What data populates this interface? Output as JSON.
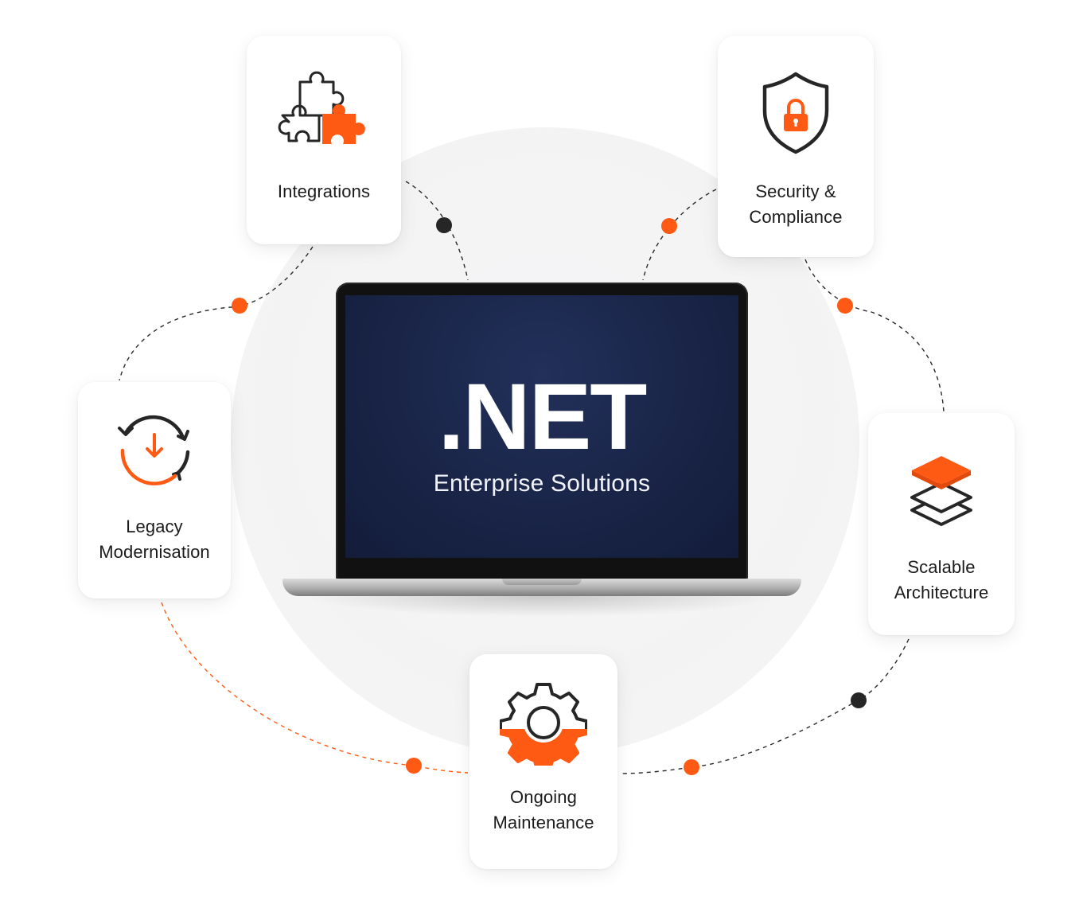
{
  "center": {
    "logo": ".NET",
    "subtitle": "Enterprise Solutions"
  },
  "cards": {
    "integrations": {
      "label": "Integrations",
      "icon": "puzzle-icon"
    },
    "security": {
      "label": "Security &\nCompliance",
      "icon": "shield-lock-icon"
    },
    "legacy": {
      "label": "Legacy\nModernisation",
      "icon": "cycle-download-icon"
    },
    "scalable": {
      "label": "Scalable\nArchitecture",
      "icon": "layers-icon"
    },
    "maintenance": {
      "label": "Ongoing\nMaintenance",
      "icon": "gear-icon"
    }
  },
  "colors": {
    "accent": "#ff5a14",
    "dark": "#262626",
    "screen": "#1a2548"
  }
}
